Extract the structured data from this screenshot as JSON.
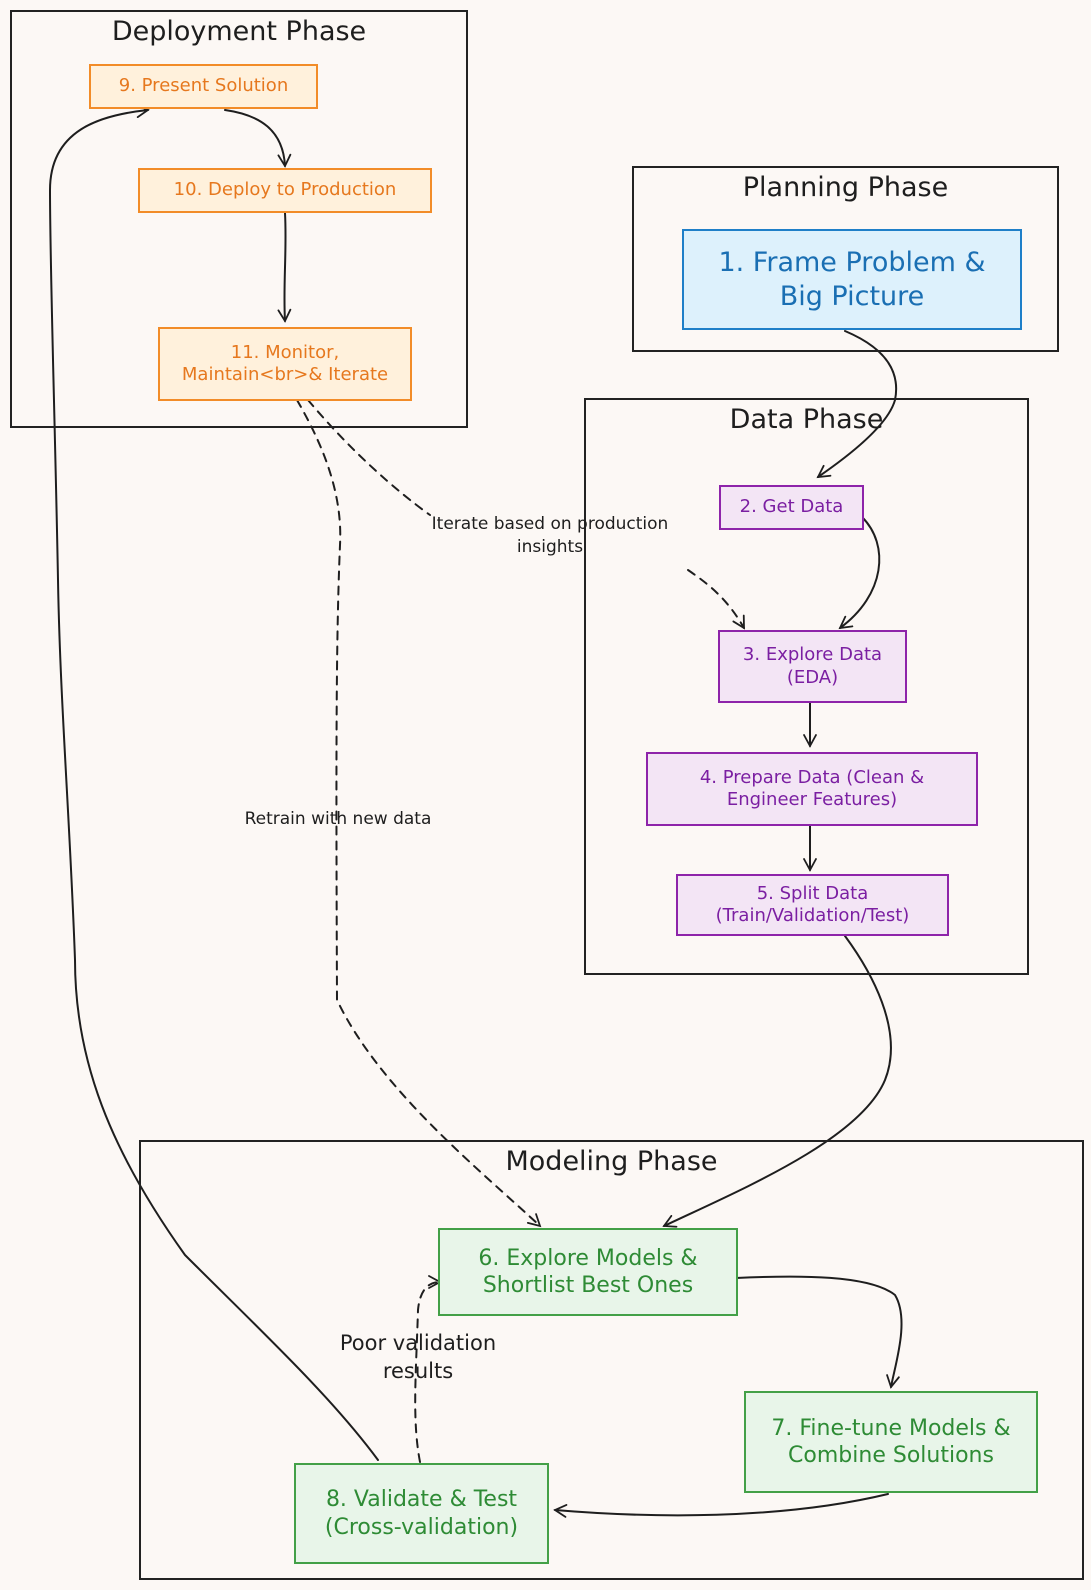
{
  "phases": {
    "deployment": "Deployment Phase",
    "planning": "Planning Phase",
    "data": "Data Phase",
    "modeling": "Modeling Phase"
  },
  "nodes": {
    "n1": "1. Frame Problem & Big Picture",
    "n2": "2. Get Data",
    "n3": "3. Explore Data (EDA)",
    "n4": "4. Prepare Data (Clean & Engineer Features)",
    "n5": "5. Split Data (Train/Validation/Test)",
    "n6": "6. Explore Models & Shortlist Best Ones",
    "n7": "7. Fine-tune Models & Combine Solutions",
    "n8": "8. Validate & Test (Cross-validation)",
    "n9": "9. Present Solution",
    "n10": "10. Deploy to Production",
    "n11": "11. Monitor, Maintain<br>& Iterate"
  },
  "edge_labels": {
    "iterate": "Iterate based on production insights",
    "retrain": "Retrain with new data",
    "poor": "Poor validation results"
  },
  "colors": {
    "deployment": "#f28c28",
    "data": "#8e24aa",
    "modeling": "#43a047",
    "planning": "#1e7fc8",
    "line": "#1e1e1e"
  }
}
